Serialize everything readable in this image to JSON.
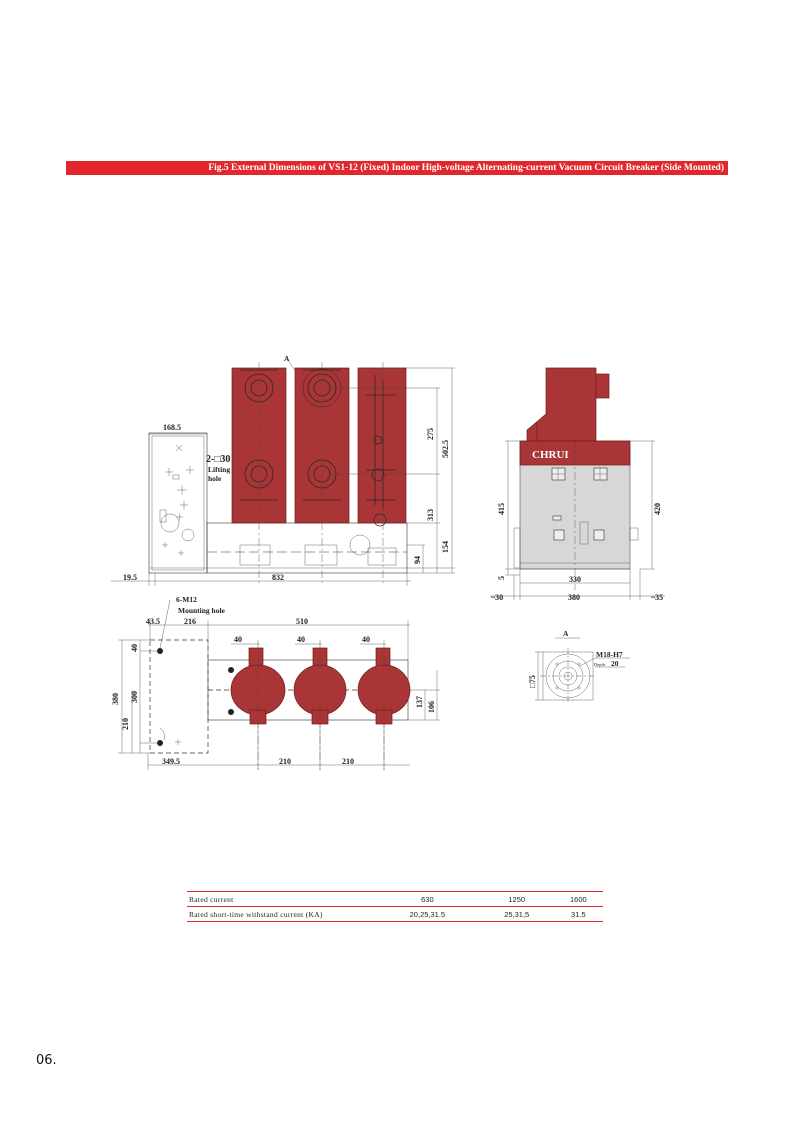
{
  "figure": {
    "caption": "Fig.5 External Dimensions of VS1-12 (Fixed) Indoor High-voltage Alternating-current Vacuum Circuit Breaker (Side Mounted)"
  },
  "front_view": {
    "marker_a": "A",
    "dim_168_5": "168.5",
    "lifting_hole_count": "2-□30",
    "lifting_hole_label_1": "Lifting",
    "lifting_hole_label_2": "hole",
    "dim_275": "275",
    "dim_502_5": "502.5",
    "dim_313": "313",
    "dim_154": "154",
    "dim_94": "94",
    "dim_19_5": "19.5",
    "dim_832": "832"
  },
  "side_view": {
    "brand": "CHRUI",
    "dim_415": "415",
    "dim_420": "420",
    "dim_5": "5",
    "dim_330": "330",
    "dim_30": "~30",
    "dim_380": "380",
    "dim_35": "~35"
  },
  "top_view": {
    "mounting_count": "6-M12",
    "mounting_label": "Mounting hole",
    "dim_43_5": "43.5",
    "dim_216": "216",
    "dim_510": "510",
    "dim_40_a": "40",
    "dim_40_b": "40",
    "dim_40_c": "40",
    "dim_40_v": "40",
    "dim_380": "380",
    "dim_300": "300",
    "dim_210_v": "210",
    "dim_137": "137",
    "dim_106": "106",
    "dim_349_5": "349.5",
    "dim_210_a": "210",
    "dim_210_b": "210"
  },
  "detail_a": {
    "marker": "A",
    "thread": "M18-H7",
    "depth_label": "Depth",
    "depth_value": "20",
    "square": "□75"
  },
  "ratings_table": {
    "rows": [
      {
        "label": "Rated current",
        "values": [
          "630",
          "1250",
          "1600"
        ]
      },
      {
        "label": "Rated short-time withstand current (KA)",
        "values": [
          "20,25,31.5",
          "25,31,5",
          "31.5"
        ]
      }
    ]
  },
  "page": {
    "number": "06."
  },
  "colors": {
    "accent": "#e3262b",
    "insulator": "#a93536",
    "panel": "#d7d7d7"
  }
}
